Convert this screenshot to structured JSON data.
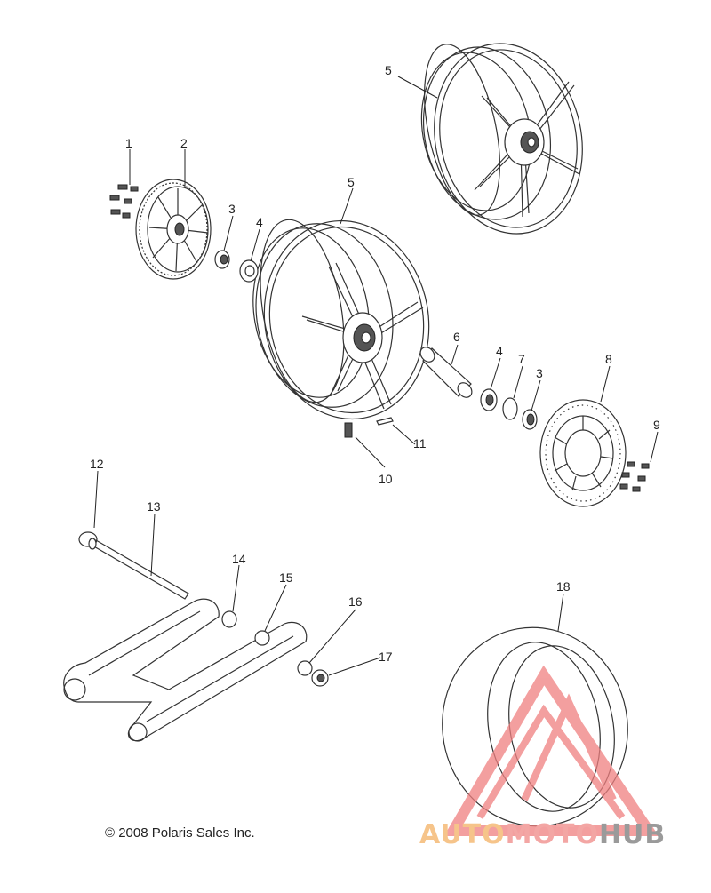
{
  "copyright": "© 2008 Polaris Sales Inc.",
  "watermark": {
    "part1": "AUTO",
    "part2": "MOTO",
    "part3": "HUB",
    "colors": {
      "auto": "#f6c48a",
      "moto": "#f3a6a4",
      "hub": "#9a9a9a",
      "triangle": "#f08080"
    }
  },
  "callouts": [
    "1",
    "2",
    "3",
    "4",
    "5",
    "5",
    "6",
    "4",
    "7",
    "3",
    "8",
    "9",
    "12",
    "13",
    "10",
    "11",
    "14",
    "15",
    "16",
    "17",
    "18"
  ]
}
